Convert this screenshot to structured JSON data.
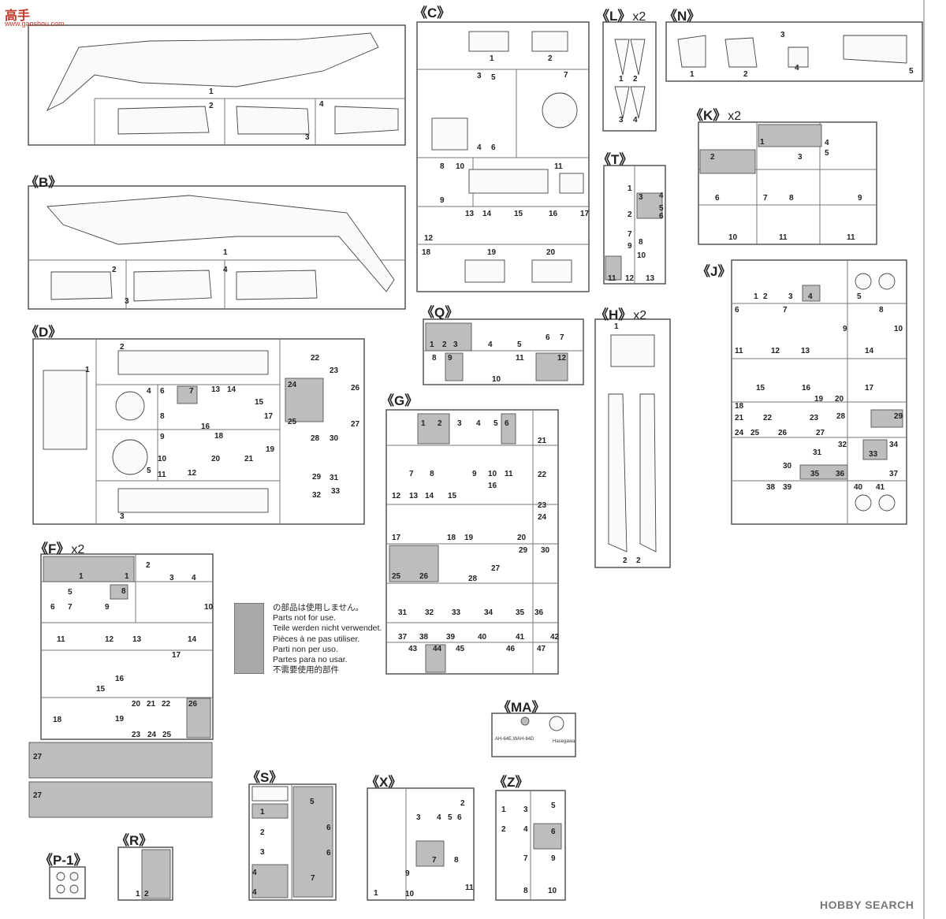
{
  "watermark": {
    "brand": "高手",
    "site": "www.gaoshou.com"
  },
  "footer": {
    "logo": "HOBBY SEARCH"
  },
  "legend": {
    "lines": [
      "の部品は使用しません。",
      "Parts not for use.",
      "Teile werden nicht verwendet.",
      "Pièces à ne pas utiliser.",
      "Parti non per uso.",
      "Partes para no usar.",
      "不需要使用的部件"
    ]
  },
  "sprues": [
    {
      "id": "A",
      "label": ""
    },
    {
      "id": "B",
      "label": "《B》"
    },
    {
      "id": "C",
      "label": "《C》"
    },
    {
      "id": "L",
      "label": "《L》",
      "multiplier": "x2"
    },
    {
      "id": "N",
      "label": "《N》"
    },
    {
      "id": "K",
      "label": "《K》",
      "multiplier": "x2"
    },
    {
      "id": "T",
      "label": "《T》"
    },
    {
      "id": "J",
      "label": "《J》"
    },
    {
      "id": "D",
      "label": "《D》"
    },
    {
      "id": "Q",
      "label": "《Q》"
    },
    {
      "id": "H",
      "label": "《H》",
      "multiplier": "x2"
    },
    {
      "id": "G",
      "label": "《G》"
    },
    {
      "id": "F",
      "label": "《F》",
      "multiplier": "x2"
    },
    {
      "id": "MA",
      "label": "《MA》"
    },
    {
      "id": "S",
      "label": "《S》"
    },
    {
      "id": "X",
      "label": "《X》"
    },
    {
      "id": "Z",
      "label": "《Z》"
    },
    {
      "id": "P1",
      "label": "《P-1》"
    },
    {
      "id": "R",
      "label": "《R》"
    }
  ],
  "ma_plate": {
    "line1": "AH-64E,WAH-64D",
    "tag": "Hasegawa"
  },
  "part_numbers": {
    "A": [
      "1",
      "2",
      "3",
      "4"
    ],
    "B": [
      "1",
      "2",
      "3",
      "4"
    ],
    "C": [
      "1",
      "2",
      "3",
      "5",
      "7",
      "4",
      "6",
      "8",
      "10",
      "11",
      "9",
      "12",
      "13",
      "14",
      "15",
      "16",
      "17",
      "18",
      "19",
      "20"
    ],
    "L": [
      "1",
      "2",
      "3",
      "4"
    ],
    "N": [
      "1",
      "2",
      "3",
      "4",
      "5"
    ],
    "K": [
      "1",
      "2",
      "3",
      "4",
      "5",
      "6",
      "7",
      "8",
      "9",
      "10",
      "11",
      "11"
    ],
    "T": [
      "1",
      "2",
      "3",
      "4",
      "5",
      "6",
      "7",
      "8",
      "9",
      "10",
      "11",
      "12",
      "13"
    ],
    "J": [
      "1",
      "2",
      "3",
      "4",
      "5",
      "6",
      "7",
      "8",
      "9",
      "10",
      "11",
      "12",
      "13",
      "14",
      "15",
      "16",
      "17",
      "18",
      "19",
      "20",
      "21",
      "22",
      "23",
      "24",
      "25",
      "26",
      "27",
      "28",
      "29",
      "30",
      "31",
      "32",
      "33",
      "34",
      "35",
      "36",
      "37",
      "38",
      "39",
      "40",
      "41"
    ],
    "D": [
      "1",
      "2",
      "3",
      "4",
      "5",
      "6",
      "7",
      "8",
      "9",
      "10",
      "11",
      "12",
      "13",
      "14",
      "15",
      "16",
      "17",
      "18",
      "19",
      "20",
      "21",
      "22",
      "23",
      "24",
      "25",
      "26",
      "27",
      "28",
      "29",
      "30",
      "31",
      "32",
      "33"
    ],
    "Q": [
      "1",
      "2",
      "3",
      "4",
      "5",
      "6",
      "7",
      "8",
      "9",
      "10",
      "11",
      "12"
    ],
    "H": [
      "1",
      "2",
      "2"
    ],
    "G": [
      "1",
      "2",
      "3",
      "4",
      "5",
      "6",
      "7",
      "8",
      "9",
      "10",
      "11",
      "12",
      "13",
      "14",
      "15",
      "16",
      "17",
      "18",
      "19",
      "20",
      "21",
      "22",
      "23",
      "24",
      "25",
      "26",
      "27",
      "28",
      "29",
      "30",
      "31",
      "32",
      "33",
      "34",
      "35",
      "36",
      "37",
      "38",
      "39",
      "40",
      "41",
      "42",
      "43",
      "44",
      "45",
      "46",
      "47"
    ],
    "F": [
      "1",
      "1",
      "2",
      "3",
      "4",
      "5",
      "6",
      "7",
      "8",
      "9",
      "10",
      "11",
      "12",
      "13",
      "14",
      "15",
      "16",
      "17",
      "18",
      "19",
      "20",
      "21",
      "22",
      "23",
      "24",
      "25",
      "26",
      "27",
      "27"
    ],
    "S": [
      "1",
      "2",
      "3",
      "4",
      "4",
      "5",
      "6",
      "6",
      "7"
    ],
    "X": [
      "1",
      "2",
      "3",
      "4",
      "5",
      "6",
      "7",
      "8",
      "9",
      "10",
      "11"
    ],
    "Z": [
      "1",
      "2",
      "3",
      "4",
      "5",
      "6",
      "7",
      "8",
      "9",
      "10"
    ],
    "R": [
      "1",
      "2"
    ]
  }
}
